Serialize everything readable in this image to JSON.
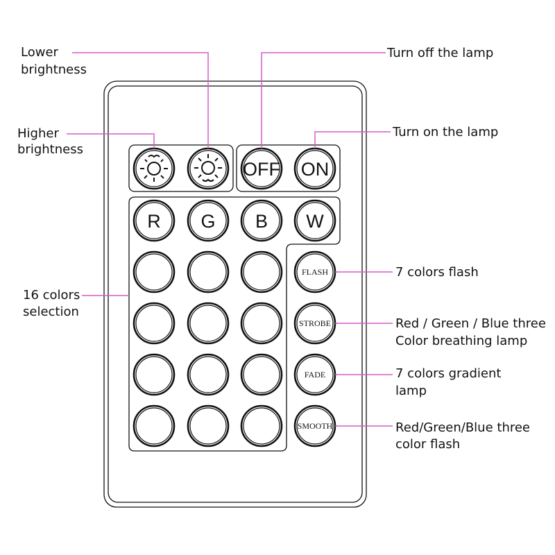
{
  "colors": {
    "leader": "#d65bc9",
    "outline": "#111111",
    "background": "#ffffff"
  },
  "buttons": {
    "brightness_down_icon": "sun-dim-icon",
    "brightness_up_icon": "sun-bright-icon",
    "off": "OFF",
    "on": "ON",
    "r": "R",
    "g": "G",
    "b": "B",
    "w": "W",
    "flash": "FLASH",
    "strobe": "STROBE",
    "fade": "FADE",
    "smooth": "SMOOTH",
    "blank_color_buttons": 12
  },
  "labels": {
    "lower_brightness": [
      "Lower",
      "brightness"
    ],
    "higher_brightness": [
      "Higher",
      "brightness"
    ],
    "turn_off": [
      "Turn off the lamp"
    ],
    "turn_on": [
      "Turn on the lamp"
    ],
    "colors_selection": [
      "16 colors",
      "selection"
    ],
    "flash": [
      "7 colors flash"
    ],
    "strobe": [
      "Red / Green / Blue three",
      "Color breathing lamp"
    ],
    "fade": [
      "7 colors  gradient",
      "lamp"
    ],
    "smooth": [
      "Red/Green/Blue three",
      "color flash"
    ]
  }
}
